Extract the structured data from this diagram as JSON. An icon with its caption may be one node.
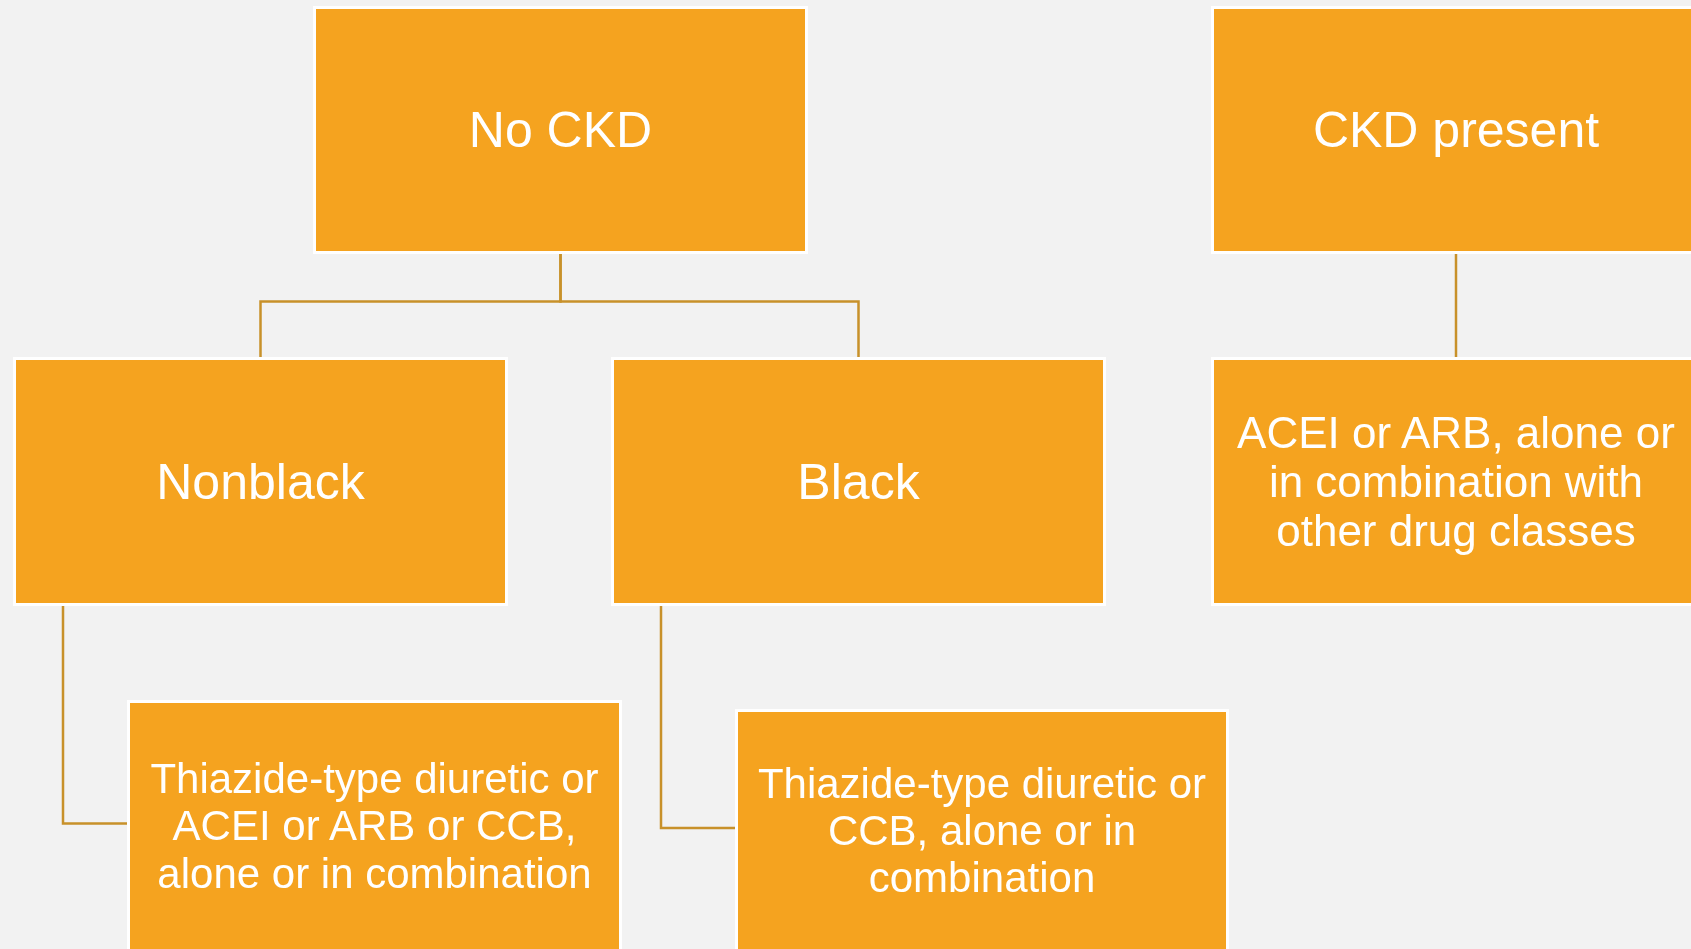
{
  "diagram": {
    "nodes": [
      {
        "text": [
          "No CKD"
        ]
      },
      {
        "text": [
          "CKD present"
        ]
      },
      {
        "text": [
          "Nonblack"
        ]
      },
      {
        "text": [
          "Black"
        ]
      },
      {
        "text": [
          "ACEI or ARB, alone or in combination with other drug classes"
        ]
      },
      {
        "text": [
          "Thiazide-type diuretic or ACEI or ARB or CCB, alone or in combination"
        ]
      },
      {
        "text": [
          "Thiazide-type diuretic or CCB, alone or in combination"
        ]
      }
    ],
    "edges": [
      {
        "from": 0,
        "to": 2,
        "arrow": "none"
      },
      {
        "from": 0,
        "to": 3,
        "arrow": "none"
      },
      {
        "from": 1,
        "to": 4,
        "arrow": "none"
      },
      {
        "from": 2,
        "to": 5,
        "arrow": "none"
      },
      {
        "from": 3,
        "to": 6,
        "arrow": "none"
      }
    ]
  }
}
